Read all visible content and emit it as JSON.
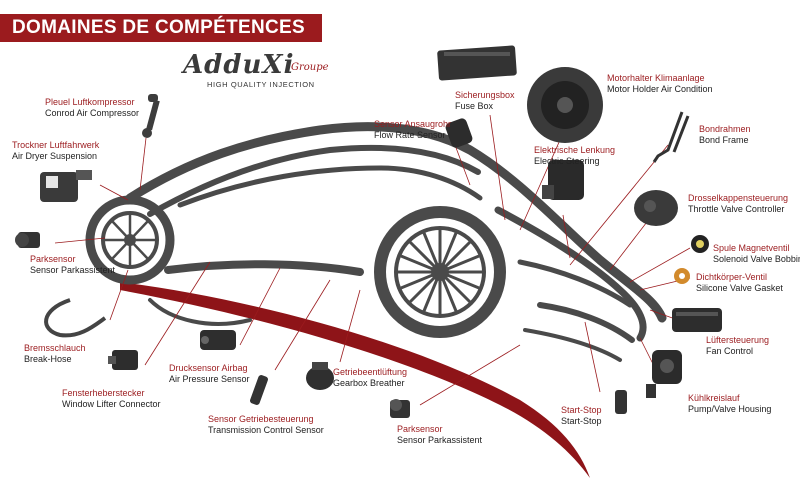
{
  "header": {
    "title": "DOMAINES DE COMPÉTENCES"
  },
  "logo": {
    "brand": "AdduXi",
    "brand_suffix": "Groupe",
    "tagline": "HIGH QUALITY INJECTION"
  },
  "colors": {
    "accent": "#9b1b1e",
    "car": "#4a4a4a",
    "swoosh": "#8e1418"
  },
  "labels": [
    {
      "id": "pleuel",
      "de": "Pleuel Luftkompressor",
      "en": "Conrod Air Compressor"
    },
    {
      "id": "trockner",
      "de": "Trockner Luftfahrwerk",
      "en": "Air Dryer Suspension"
    },
    {
      "id": "parksensor-left",
      "de": "Parksensor",
      "en": "Sensor Parkassistent"
    },
    {
      "id": "bremsschlauch",
      "de": "Bremsschlauch",
      "en": "Break-Hose"
    },
    {
      "id": "fensterheber",
      "de": "Fensterheberstecker",
      "en": "Window Lifter Connector"
    },
    {
      "id": "drucksensor",
      "de": "Drucksensor Airbag",
      "en": "Air Pressure Sensor"
    },
    {
      "id": "getriebesteuerung",
      "de": "Sensor Getriebesteuerung",
      "en": "Transmission Control Sensor"
    },
    {
      "id": "getriebeentlueftung",
      "de": "Getriebeentlüftung",
      "en": "Gearbox Breather"
    },
    {
      "id": "parksensor-bottom",
      "de": "Parksensor",
      "en": "Sensor Parkassistent"
    },
    {
      "id": "startstop",
      "de": "Start-Stop",
      "en": "Start-Stop"
    },
    {
      "id": "ansaugrohr",
      "de": "Sensor Ansaugrohr",
      "en": "Flow Rate Sensor"
    },
    {
      "id": "sicherungsbox",
      "de": "Sicherungsbox",
      "en": "Fuse Box"
    },
    {
      "id": "motorhalter",
      "de": "Motorhalter Klimaanlage",
      "en": "Motor Holder Air Condition"
    },
    {
      "id": "lenkung",
      "de": "Elektrische Lenkung",
      "en": "Electric Steering"
    },
    {
      "id": "bondrahmen",
      "de": "Bondrahmen",
      "en": "Bond Frame"
    },
    {
      "id": "drosselklappe",
      "de": "Drosselkappensteuerung",
      "en": "Throttle Valve Controller"
    },
    {
      "id": "spule",
      "de": "Spule Magnetventil",
      "en": "Solenoid Valve Bobbin"
    },
    {
      "id": "dichtkoerper",
      "de": "Dichtkörper-Ventil",
      "en": "Silicone Valve Gasket"
    },
    {
      "id": "luefter",
      "de": "Lüftersteuerung",
      "en": "Fan Control"
    },
    {
      "id": "kuehlkreislauf",
      "de": "Kühlkreislauf",
      "en": "Pump/Valve Housing"
    }
  ]
}
